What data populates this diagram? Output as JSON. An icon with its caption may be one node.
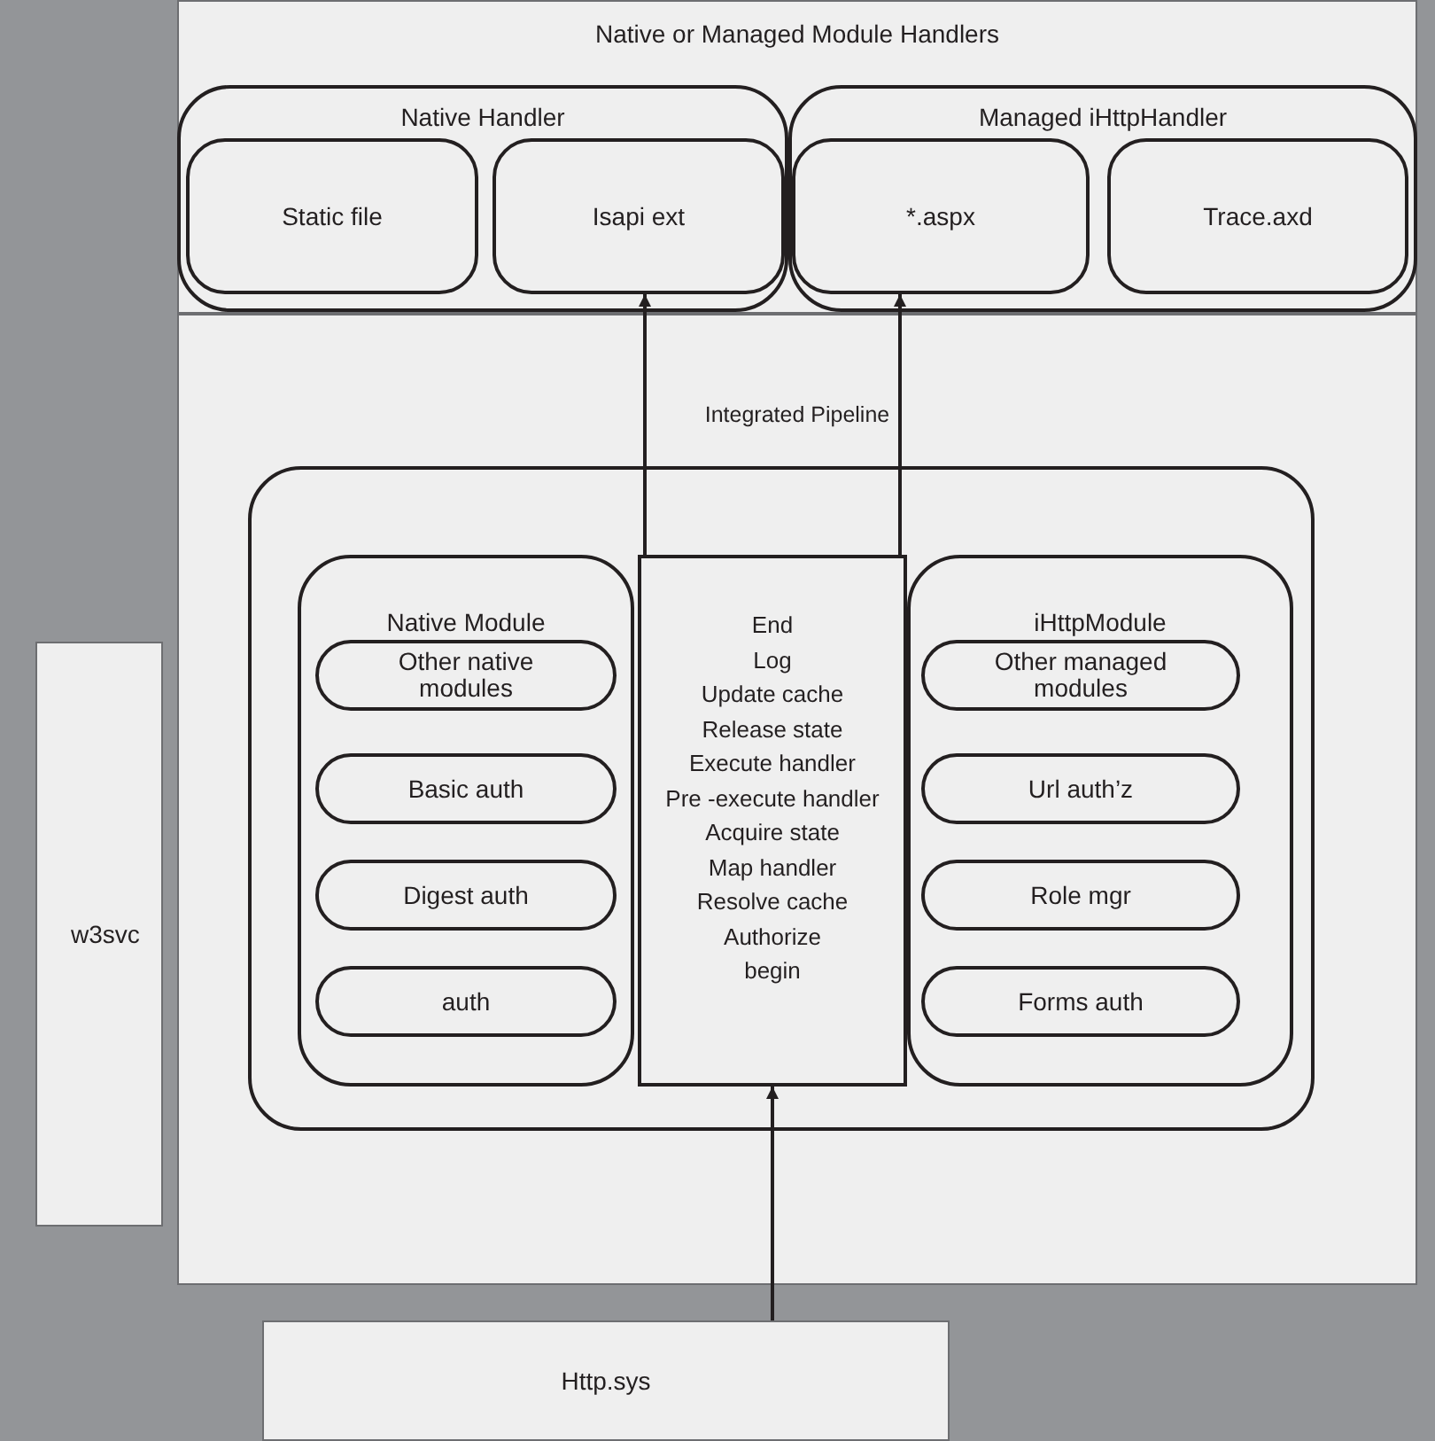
{
  "diagram": {
    "nodes": [
      {
        "text": [
          "Native or Managed Module Handlers"
        ]
      },
      {
        "text": [
          "Native Handler"
        ],
        "in": 0
      },
      {
        "text": [
          "Static file"
        ],
        "in": 1
      },
      {
        "text": [
          "Isapi ext"
        ],
        "in": 1
      },
      {
        "text": [
          "Managed iHttpHandler"
        ],
        "in": 0
      },
      {
        "text": [
          "*.aspx"
        ],
        "in": 4
      },
      {
        "text": [
          "Trace.axd"
        ],
        "in": 4
      },
      {
        "text": [
          "Integrated Pipeline"
        ]
      },
      {
        "text": [],
        "shape": "box",
        "in": 7
      },
      {
        "text": [
          "Native Module"
        ],
        "in": 8
      },
      {
        "text": [
          "Other native modules"
        ],
        "in": 9
      },
      {
        "text": [
          "Basic auth"
        ],
        "in": 9
      },
      {
        "text": [
          "Digest auth"
        ],
        "in": 9
      },
      {
        "text": [
          "auth"
        ],
        "in": 9
      },
      {
        "text": [
          "End",
          "Log",
          "Update cache",
          "Release state",
          "Execute handler",
          "Pre -execute handler",
          "Acquire state",
          "Map handler",
          "Resolve cache",
          "Authorize",
          "begin"
        ],
        "in": 8
      },
      {
        "text": [
          "iHttpModule"
        ],
        "in": 8
      },
      {
        "text": [
          "Other managed modules"
        ],
        "in": 15
      },
      {
        "text": [
          "Url auth’z"
        ],
        "in": 15
      },
      {
        "text": [
          "Role mgr"
        ],
        "in": 15
      },
      {
        "text": [
          "Forms auth"
        ],
        "in": 15
      },
      {
        "text": [
          "w3svc"
        ]
      },
      {
        "text": [
          "Http.sys"
        ]
      }
    ],
    "edges": [
      {
        "from": 21,
        "to": 14,
        "arrow": "to"
      },
      {
        "from": 14,
        "to": 3,
        "arrow": "to"
      },
      {
        "from": 14,
        "to": 5,
        "arrow": "to"
      }
    ]
  }
}
